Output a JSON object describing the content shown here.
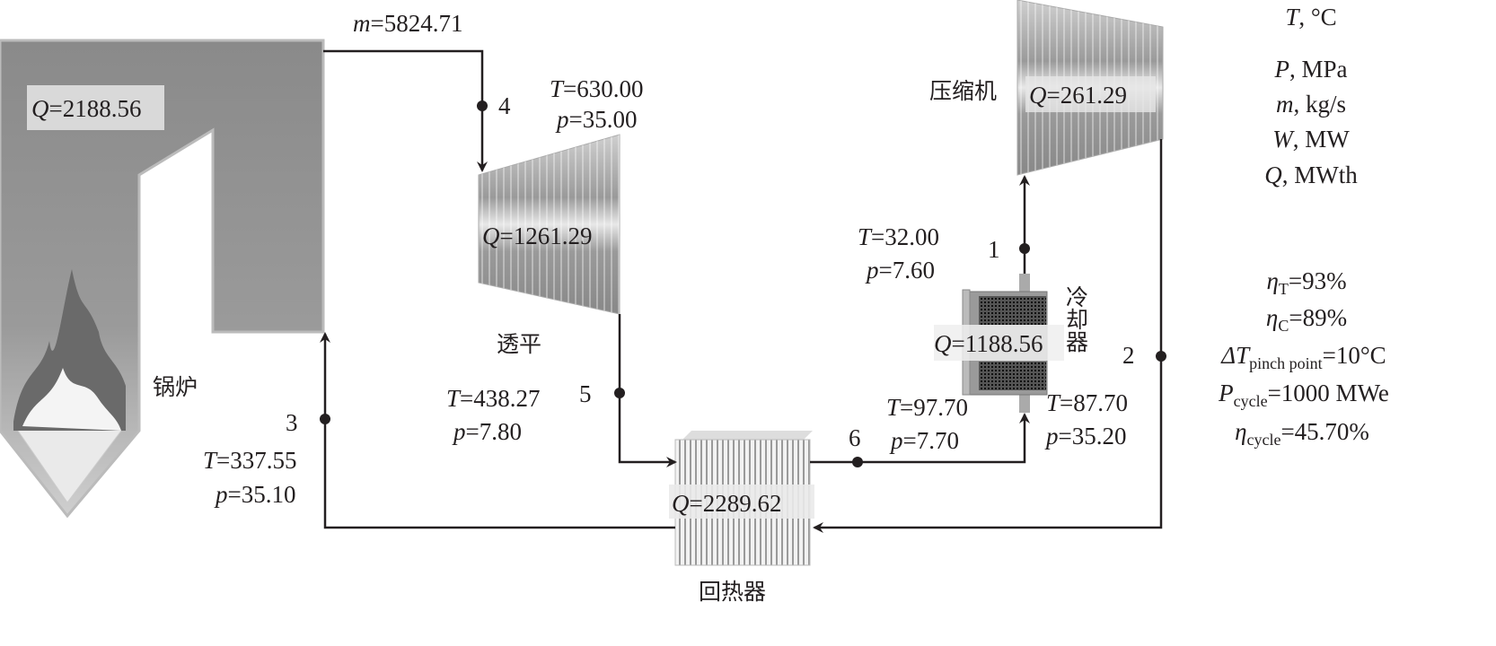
{
  "units": {
    "T": {
      "sym": "T",
      "unit": ", °C"
    },
    "P": {
      "sym": "P",
      "unit": ", MPa"
    },
    "m": {
      "sym": "m",
      "unit": ", kg/s"
    },
    "W": {
      "sym": "W",
      "unit": ", MW"
    },
    "Q": {
      "sym": "Q",
      "unit": ", MWth"
    }
  },
  "parameters": {
    "eta_T": {
      "sym": "η",
      "sub": "T",
      "value": "=93%"
    },
    "eta_C": {
      "sym": "η",
      "sub": "C",
      "value": "=89%"
    },
    "dT_pinch": {
      "sym": "ΔT",
      "sub": "pinch point",
      "value": "=10°C"
    },
    "P_cycle": {
      "sym": "P",
      "sub": "cycle",
      "value": "=1000 MWe"
    },
    "eta_cycle": {
      "sym": "η",
      "sub": "cycle",
      "value": "=45.70%"
    }
  },
  "components": {
    "boiler": {
      "label": "锅炉",
      "q": "=2188.56"
    },
    "turbine": {
      "label": "透平",
      "q": "=1261.29"
    },
    "recuperator": {
      "label": "回热器",
      "q": "=2289.62"
    },
    "cooler": {
      "label": "冷却器",
      "q": "=1188.56"
    },
    "compressor": {
      "label": "压缩机",
      "q": "=261.29"
    }
  },
  "flow": {
    "m": "=5824.71"
  },
  "states": {
    "s1": {
      "id": "1",
      "T": "=32.00",
      "p": "=7.60"
    },
    "s2": {
      "id": "2",
      "T": "=87.70",
      "p": "=35.20"
    },
    "s3": {
      "id": "3",
      "T": "=337.55",
      "p": "=35.10"
    },
    "s4": {
      "id": "4",
      "T": "=630.00",
      "p": "=35.00"
    },
    "s5": {
      "id": "5",
      "T": "=438.27",
      "p": "=7.80"
    },
    "s6": {
      "id": "6",
      "T": "=97.70",
      "p": "=7.70"
    }
  },
  "symbols": {
    "Q": "Q",
    "T": "T",
    "p": "p",
    "m": "m"
  }
}
